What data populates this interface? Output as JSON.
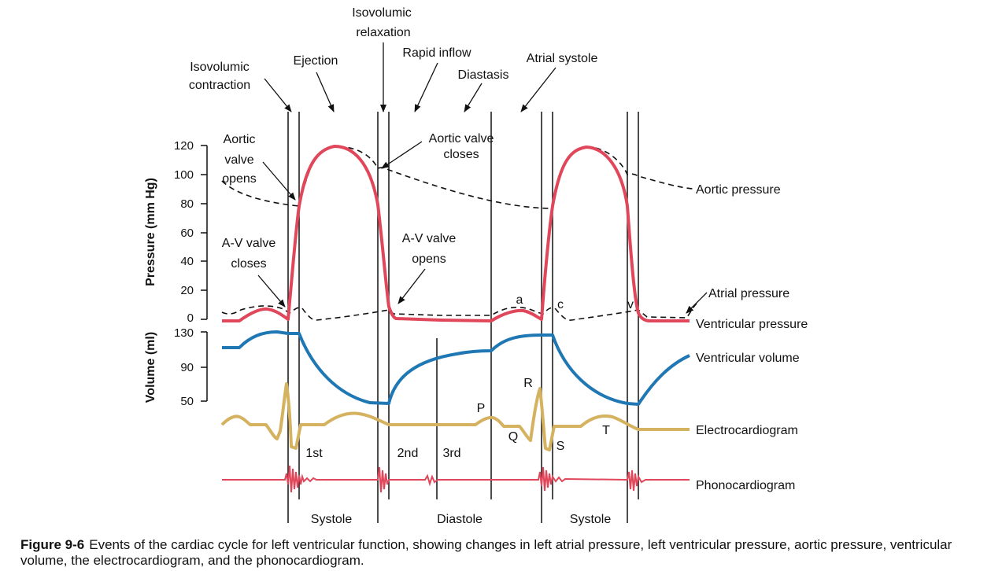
{
  "figure": {
    "number": "Figure 9-6",
    "caption": "Events of the cardiac cycle for left ventricular function, showing changes in left atrial pressure, left ventricular pressure, aortic pressure, ventricular volume, the electrocardiogram, and the phonocardiogram."
  },
  "axes": {
    "pressure_title": "Pressure (mm Hg)",
    "pressure_ticks": [
      "120",
      "100",
      "80",
      "60",
      "40",
      "20",
      "0"
    ],
    "volume_title": "Volume (ml)",
    "volume_ticks": [
      "130",
      "90",
      "50"
    ]
  },
  "phases": {
    "isovolumic_contraction": [
      "Isovolumic",
      "contraction"
    ],
    "ejection": "Ejection",
    "isovolumic_relaxation": [
      "Isovolumic",
      "relaxation"
    ],
    "rapid_inflow": "Rapid inflow",
    "diastasis": "Diastasis",
    "atrial_systole": "Atrial systole"
  },
  "events": {
    "aortic_valve_opens": [
      "Aortic",
      "valve",
      "opens"
    ],
    "av_valve_closes": [
      "A-V valve",
      "closes"
    ],
    "aortic_valve_closes": [
      "Aortic valve",
      "closes"
    ],
    "av_valve_opens": [
      "A-V valve",
      "opens"
    ]
  },
  "wave_letters": {
    "a": "a",
    "c": "c",
    "v": "v",
    "P": "P",
    "Q": "Q",
    "R": "R",
    "S": "S",
    "T": "T"
  },
  "heart_sounds": {
    "first": "1st",
    "second": "2nd",
    "third": "3rd"
  },
  "curves": {
    "aortic_pressure": "Aortic pressure",
    "atrial_pressure": "Atrial pressure",
    "ventricular_pressure": "Ventricular pressure",
    "ventricular_volume": "Ventricular volume",
    "electrocardiogram": "Electrocardiogram",
    "phonocardiogram": "Phonocardiogram"
  },
  "periods": {
    "systole_1": "Systole",
    "diastole": "Diastole",
    "systole_2": "Systole"
  },
  "colors": {
    "ventricular_pressure": "#e0475a",
    "ventricular_volume": "#1f77b4",
    "electrocardiogram": "#d4b25f",
    "phonocardiogram": "#e0475a",
    "dashed_curves": "#111111",
    "phase_lines": "#111111"
  }
}
